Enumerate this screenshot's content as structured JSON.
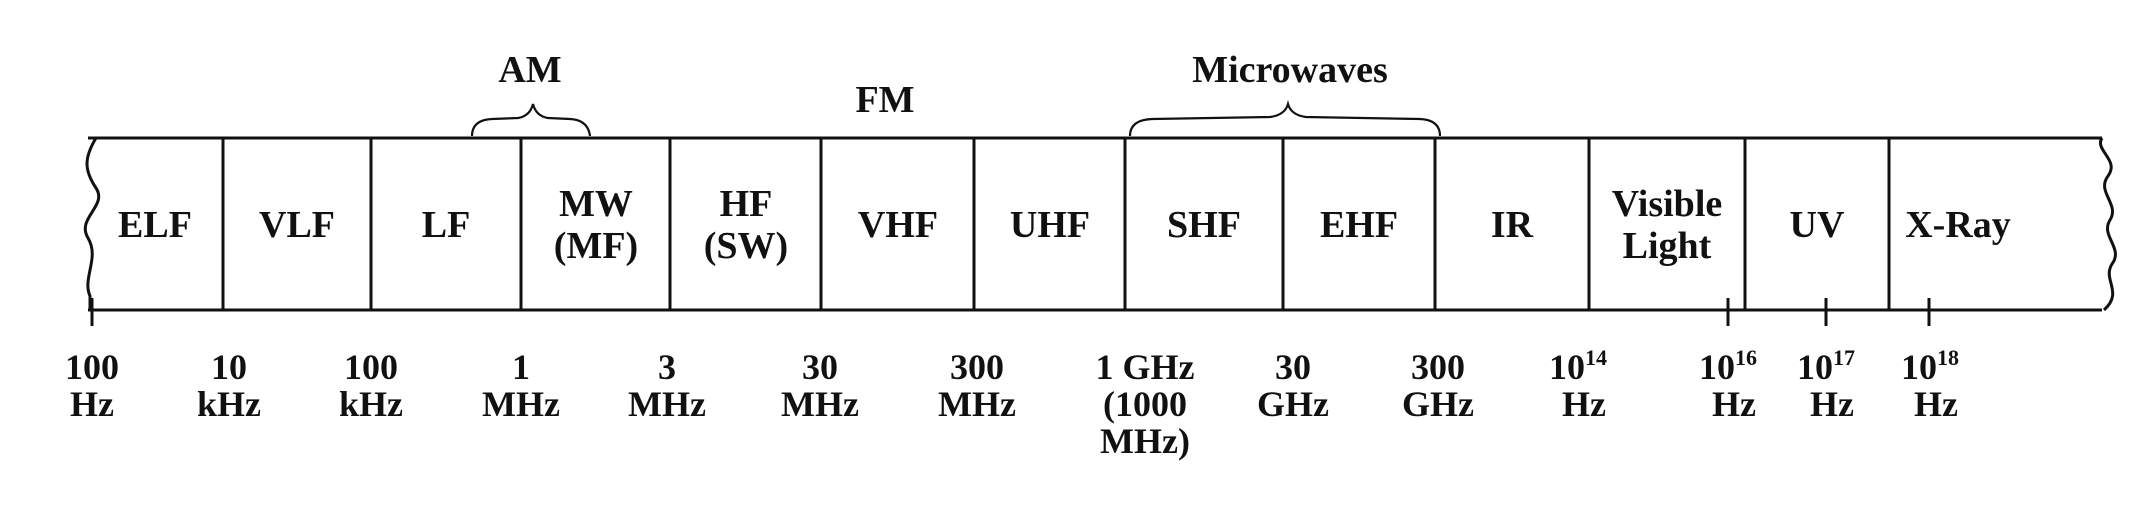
{
  "groups": {
    "am": "AM",
    "fm": "FM",
    "microwaves": "Microwaves"
  },
  "bands": [
    {
      "lines": [
        "ELF"
      ]
    },
    {
      "lines": [
        "VLF"
      ]
    },
    {
      "lines": [
        "LF"
      ]
    },
    {
      "lines": [
        "MW",
        "(MF)"
      ]
    },
    {
      "lines": [
        "HF",
        "(SW)"
      ]
    },
    {
      "lines": [
        "VHF"
      ]
    },
    {
      "lines": [
        "UHF"
      ]
    },
    {
      "lines": [
        "SHF"
      ]
    },
    {
      "lines": [
        "EHF"
      ]
    },
    {
      "lines": [
        "IR"
      ]
    },
    {
      "lines": [
        "Visible",
        "Light"
      ]
    },
    {
      "lines": [
        "UV"
      ]
    },
    {
      "lines": [
        "X-Ray"
      ]
    }
  ],
  "frequencies": [
    {
      "lines": [
        "100",
        "Hz"
      ]
    },
    {
      "lines": [
        "10",
        "kHz"
      ]
    },
    {
      "lines": [
        "100",
        "kHz"
      ]
    },
    {
      "lines": [
        "1",
        "MHz"
      ]
    },
    {
      "lines": [
        "3",
        "MHz"
      ]
    },
    {
      "lines": [
        "30",
        "MHz"
      ]
    },
    {
      "lines": [
        "300",
        "MHz"
      ]
    },
    {
      "lines": [
        "1 GHz",
        "(1000",
        "MHz)"
      ]
    },
    {
      "lines": [
        "30",
        "GHz"
      ]
    },
    {
      "lines": [
        "300",
        "GHz"
      ]
    },
    {
      "base": "10",
      "exp": "14",
      "unit": "Hz"
    },
    {
      "base": "10",
      "exp": "16",
      "unit": "Hz"
    },
    {
      "base": "10",
      "exp": "17",
      "unit": "Hz"
    },
    {
      "base": "10",
      "exp": "18",
      "unit": "Hz"
    }
  ]
}
